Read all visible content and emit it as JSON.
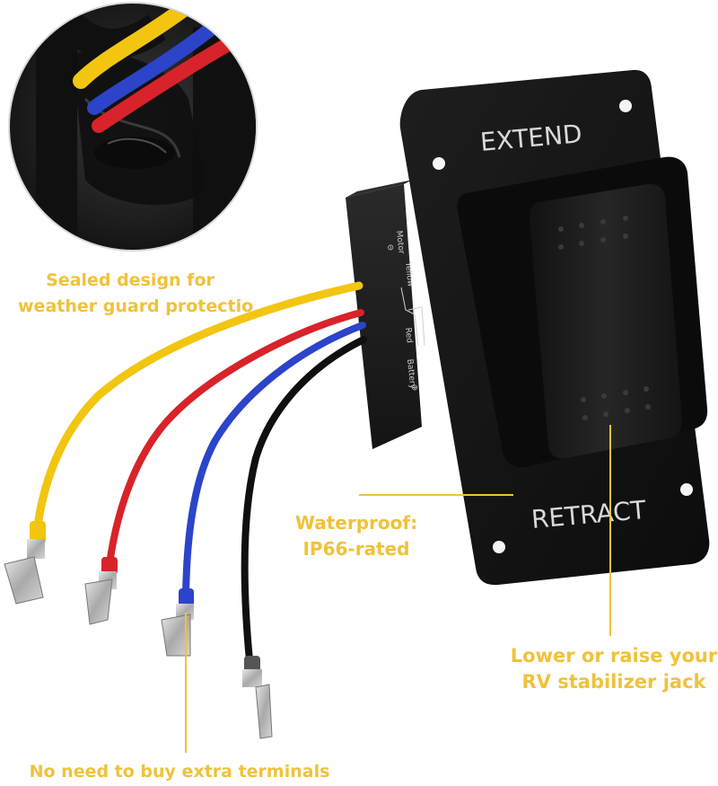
{
  "switch_labels": {
    "top": "EXTEND",
    "bottom": "RETRACT"
  },
  "housing_markings": {
    "motor": "Motor",
    "yellow": "Yellow",
    "red": "Red",
    "battery": "Battery",
    "minus": "⊖",
    "plus": "⊕"
  },
  "callouts": {
    "sealed": [
      "Sealed design for",
      "weather guard protectio"
    ],
    "waterproof": [
      "Waterproof:",
      "IP66-rated"
    ],
    "lower": [
      "Lower or raise your",
      "RV stabilizer jack"
    ],
    "terminals": "No need to buy extra terminals"
  },
  "colors": {
    "callout_text": "#f0c23a",
    "panel": "#141414",
    "wire_yellow": "#f2c511",
    "wire_red": "#d8232a",
    "wire_blue": "#2c44c9",
    "wire_black": "#101010"
  }
}
